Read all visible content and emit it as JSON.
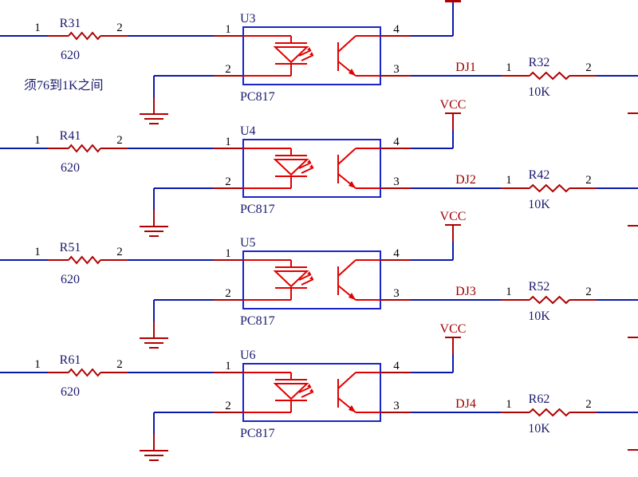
{
  "note": "须76到1K之间",
  "channels": [
    {
      "input_resistor": {
        "designator": "R31",
        "value": "620",
        "pin_left": "1",
        "pin_right": "2"
      },
      "optocoupler": {
        "designator": "U3",
        "part": "PC817",
        "pins": {
          "p1": "1",
          "p2": "2",
          "p3": "3",
          "p4": "4"
        }
      },
      "output_net": "DJ1",
      "output_resistor": {
        "designator": "R32",
        "value": "10K",
        "pin_left": "1",
        "pin_right": "2"
      },
      "supply": ""
    },
    {
      "input_resistor": {
        "designator": "R41",
        "value": "620",
        "pin_left": "1",
        "pin_right": "2"
      },
      "optocoupler": {
        "designator": "U4",
        "part": "PC817",
        "pins": {
          "p1": "1",
          "p2": "2",
          "p3": "3",
          "p4": "4"
        }
      },
      "output_net": "DJ2",
      "output_resistor": {
        "designator": "R42",
        "value": "10K",
        "pin_left": "1",
        "pin_right": "2"
      },
      "supply": "VCC"
    },
    {
      "input_resistor": {
        "designator": "R51",
        "value": "620",
        "pin_left": "1",
        "pin_right": "2"
      },
      "optocoupler": {
        "designator": "U5",
        "part": "PC817",
        "pins": {
          "p1": "1",
          "p2": "2",
          "p3": "3",
          "p4": "4"
        }
      },
      "output_net": "DJ3",
      "output_resistor": {
        "designator": "R52",
        "value": "10K",
        "pin_left": "1",
        "pin_right": "2"
      },
      "supply": "VCC"
    },
    {
      "input_resistor": {
        "designator": "R61",
        "value": "620",
        "pin_left": "1",
        "pin_right": "2"
      },
      "optocoupler": {
        "designator": "U6",
        "part": "PC817",
        "pins": {
          "p1": "1",
          "p2": "2",
          "p3": "3",
          "p4": "4"
        }
      },
      "output_net": "DJ4",
      "output_resistor": {
        "designator": "R62",
        "value": "10K",
        "pin_left": "1",
        "pin_right": "2"
      },
      "supply": "VCC"
    }
  ]
}
